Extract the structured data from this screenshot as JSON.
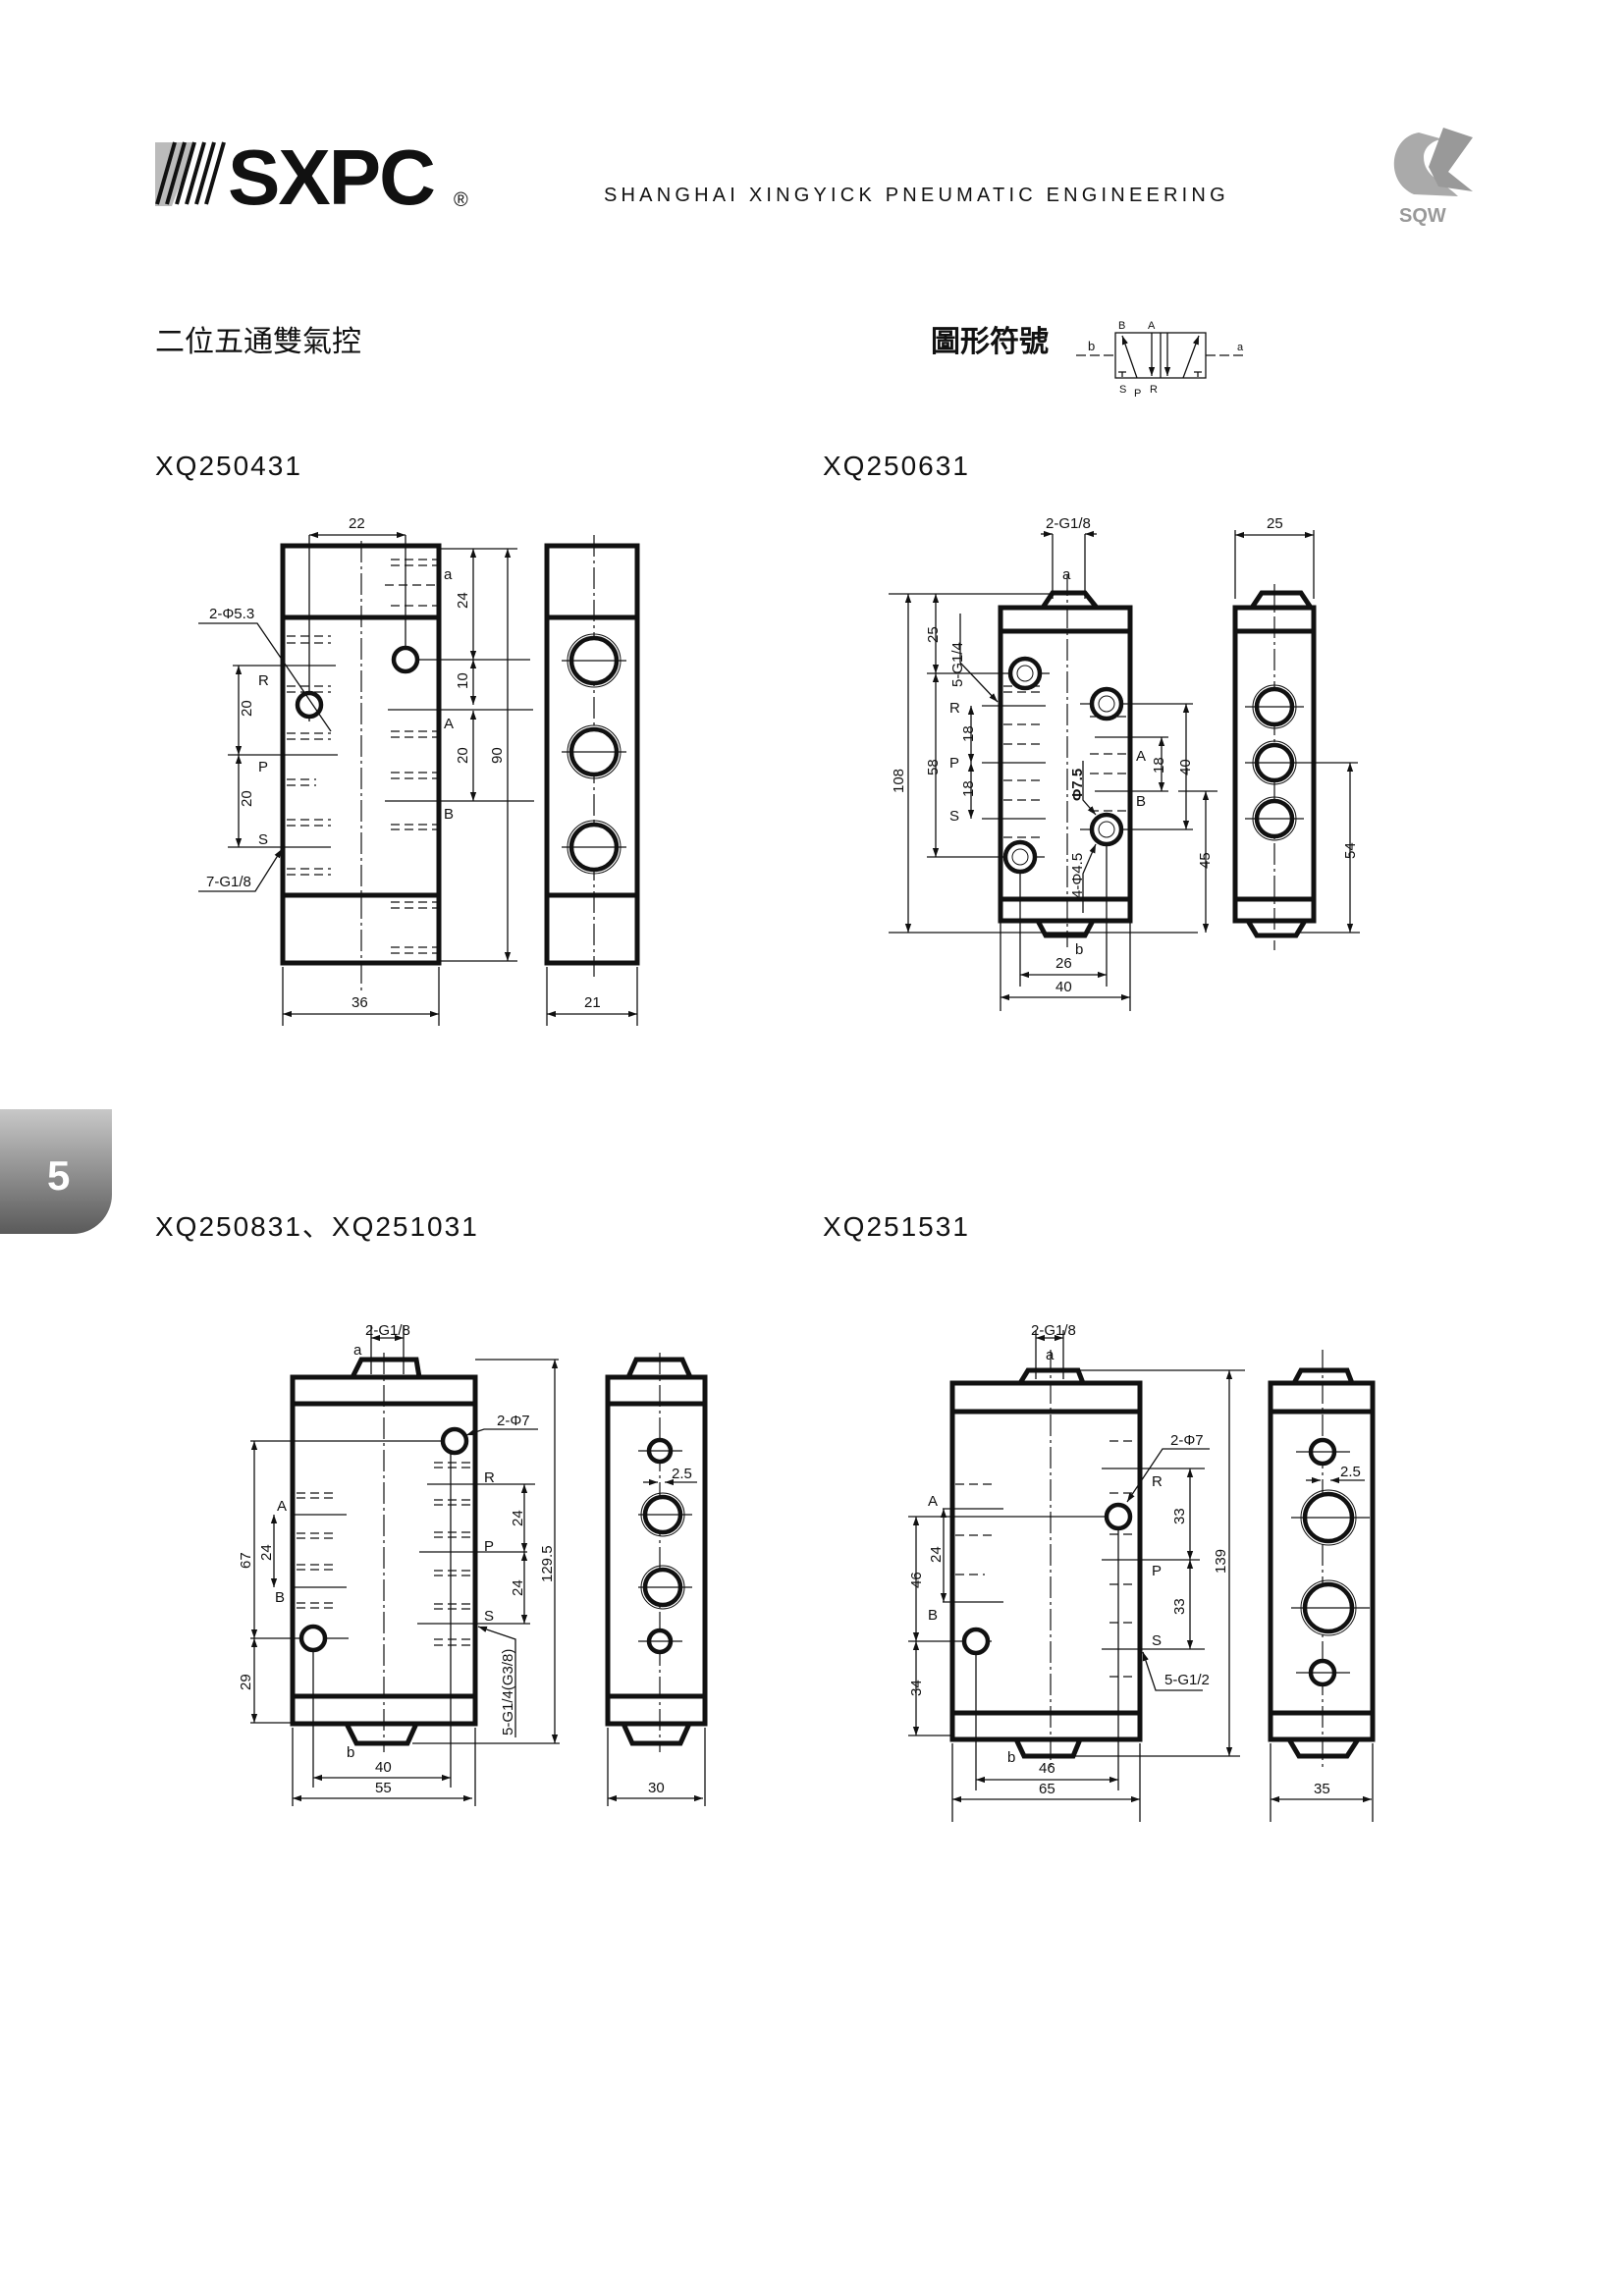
{
  "header": {
    "brand": "SXPC",
    "registered": "®",
    "company": "SHANGHAI XINGYICK PNEUMATIC ENGINEERING",
    "brand2": "SQW",
    "colors": {
      "ink": "#111111",
      "tab": "#8a8a8a"
    }
  },
  "page_tab": "5",
  "title": "二位五通雙氣控",
  "symbol": {
    "label": "圖形符號",
    "B": "B",
    "A": "A",
    "S": "S",
    "P": "P",
    "R": "R",
    "b": "b",
    "a": "a"
  },
  "drawings": [
    {
      "model": "XQ250431",
      "d22": "22",
      "d24": "24",
      "d10": "10",
      "d20ab": "20",
      "d90": "90",
      "d20rp": "20",
      "d20ps": "20",
      "d36": "36",
      "d21": "21",
      "hole": "2-Φ5.3",
      "port": "7-G1/8",
      "a": "a",
      "A": "A",
      "B": "B",
      "R": "R",
      "P": "P",
      "S": "S"
    },
    {
      "model": "XQ250631",
      "pilot": "2-G1/8",
      "d25w": "25",
      "d108": "108",
      "d25": "25",
      "d58": "58",
      "d18rp": "18",
      "d18ps": "18",
      "d18ab": "18",
      "d40h": "40",
      "d45": "45",
      "d54": "54",
      "d26": "26",
      "d40": "40",
      "port": "5-G1/4",
      "bore": "Φ7.5",
      "hole": "4-Φ4.5",
      "a": "a",
      "b": "b",
      "A": "A",
      "B": "B",
      "R": "R",
      "P": "P",
      "S": "S"
    },
    {
      "model": "XQ250831、XQ251031",
      "pilot": "2-G1/8",
      "hole": "2-Φ7",
      "d67": "67",
      "d24ab": "24",
      "d29": "29",
      "d24rp": "24",
      "d24ps": "24",
      "d1295": "129.5",
      "port": "5-G1/4(G3/8)",
      "d40": "40",
      "d55": "55",
      "d30": "30",
      "d25": "2.5",
      "a": "a",
      "b": "b",
      "A": "A",
      "B": "B",
      "R": "R",
      "P": "P",
      "S": "S"
    },
    {
      "model": "XQ251531",
      "pilot": "2-G1/8",
      "hole": "2-Φ7",
      "d46v": "46",
      "d24ab": "24",
      "d34": "34",
      "d33rp": "33",
      "d33ps": "33",
      "d139": "139",
      "port": "5-G1/2",
      "d46": "46",
      "d65": "65",
      "d35": "35",
      "d25": "2.5",
      "a": "a",
      "b": "b",
      "A": "A",
      "B": "B",
      "R": "R",
      "P": "P",
      "S": "S"
    }
  ]
}
